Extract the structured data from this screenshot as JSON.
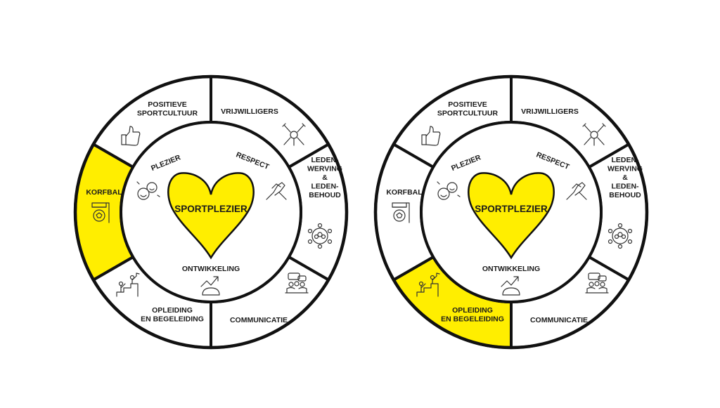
{
  "colors": {
    "highlight": "#FFEE00",
    "stroke": "#111111",
    "background": "#FFFFFF"
  },
  "center_label": "SPORTPLEZIER",
  "inner_values": [
    {
      "label": "PLEZIER",
      "icon": "happy-faces-icon"
    },
    {
      "label": "RESPECT",
      "icon": "handshake-icon"
    },
    {
      "label": "ONTWIKKELING",
      "icon": "growth-arrow-icon"
    }
  ],
  "segments": [
    {
      "key": "positieve",
      "lines": [
        "POSITIEVE",
        "SPORTCULTUUR"
      ],
      "icon": "thumbs-up-icon"
    },
    {
      "key": "vrijwilligers",
      "lines": [
        "VRIJWILLIGERS"
      ],
      "icon": "team-hands-icon"
    },
    {
      "key": "leden",
      "lines": [
        "LEDEN-",
        "WERVING",
        "&",
        "LEDEN-",
        "BEHOUD"
      ],
      "icon": "network-people-icon"
    },
    {
      "key": "communicatie",
      "lines": [
        "COMMUNICATIE"
      ],
      "icon": "meeting-chat-icon"
    },
    {
      "key": "opleiding",
      "lines": [
        "OPLEIDING",
        "EN BEGELEIDING"
      ],
      "icon": "coaching-steps-icon"
    },
    {
      "key": "korfbal",
      "lines": [
        "KORFBAL"
      ],
      "icon": "korfbal-basket-icon"
    }
  ],
  "wheels": [
    {
      "name": "wheel-left",
      "highlighted": "korfbal"
    },
    {
      "name": "wheel-right",
      "highlighted": "opleiding"
    }
  ]
}
